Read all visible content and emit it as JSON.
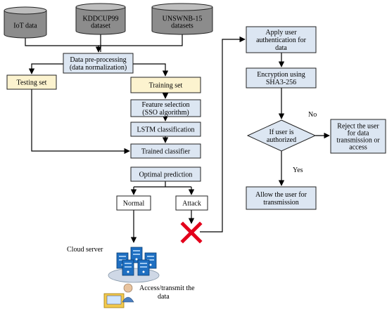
{
  "colors": {
    "db_fill": "#8c8c8c",
    "db_top": "#bdbdbd",
    "blue_box": "#dce6f2",
    "yellow_box": "#fcf3cf",
    "white_box": "#ffffff",
    "orange_box": "#fcf3cf",
    "reject_x": "#e3001b",
    "server": "#1f6fc1"
  },
  "databases": [
    {
      "label_lines": [
        "IoT data"
      ]
    },
    {
      "label_lines": [
        "KDDCUP99",
        "dataset"
      ]
    },
    {
      "label_lines": [
        "UNSWNB-15",
        "datasets"
      ]
    }
  ],
  "nodes": {
    "preprocessing": [
      "Data pre-processing",
      "(data normalization)"
    ],
    "testing": [
      "Testing set"
    ],
    "training": [
      "Training set"
    ],
    "feature": [
      "Feature selection",
      "(SSO algorithm)"
    ],
    "lstm": [
      "LSTM classification"
    ],
    "trained": [
      "Trained classifier"
    ],
    "optimal": [
      "Optimal prediction"
    ],
    "normal": [
      "Normal"
    ],
    "attack": [
      "Attack"
    ],
    "auth": [
      "Apply user",
      "authentication for",
      "data"
    ],
    "encrypt": [
      "Encryption using",
      "SHA3-256"
    ],
    "decision": [
      "If user is",
      "authorized"
    ],
    "reject": [
      "Reject the user",
      "for data",
      "transmission or",
      "access"
    ],
    "allow": [
      "Allow the user for",
      "transmission"
    ]
  },
  "edge_labels": {
    "no": "No",
    "yes": "Yes"
  },
  "cloud": {
    "title": "Cloud server",
    "access_lines": [
      "Access/transmit the",
      "data"
    ]
  }
}
